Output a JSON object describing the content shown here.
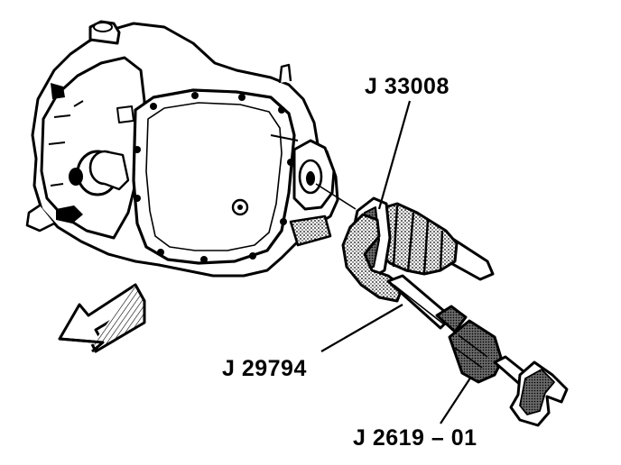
{
  "callouts": {
    "remover_tool": "J 33008",
    "slide_hammer_adapter": "J 29794",
    "slide_hammer": "J 2619 – 01"
  },
  "colors": {
    "ink": "#000000",
    "paper": "#ffffff",
    "shade": "#bdbdbd"
  }
}
